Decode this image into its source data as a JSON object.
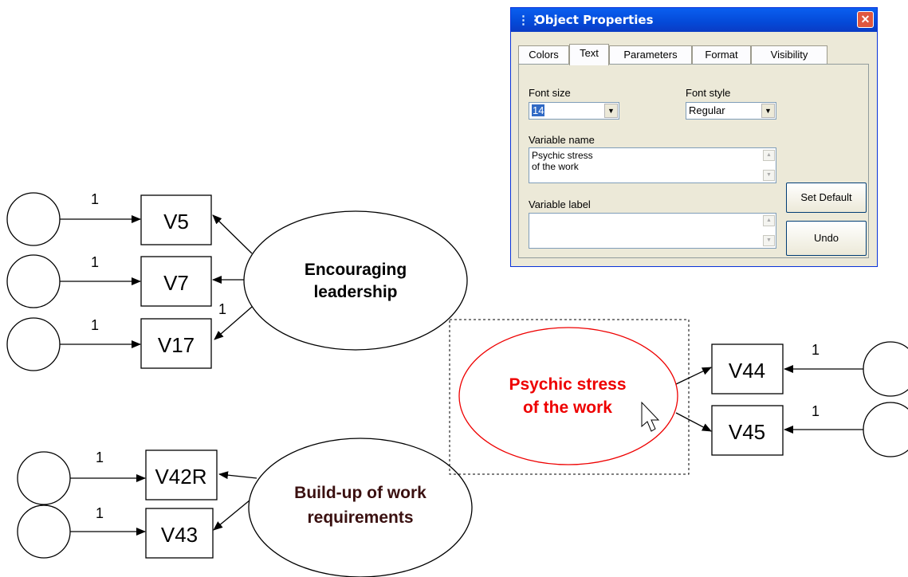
{
  "diagram": {
    "boxes": [
      {
        "id": "v5",
        "label": "V5"
      },
      {
        "id": "v7",
        "label": "V7"
      },
      {
        "id": "v17",
        "label": "V17"
      },
      {
        "id": "v42r",
        "label": "V42R"
      },
      {
        "id": "v43",
        "label": "V43"
      },
      {
        "id": "v44",
        "label": "V44"
      },
      {
        "id": "v45",
        "label": "V45"
      }
    ],
    "latents": [
      {
        "id": "leadership",
        "lines": [
          "Encouraging",
          "leadership"
        ],
        "color": "#000000"
      },
      {
        "id": "buildup",
        "lines": [
          "Build-up of work",
          "requirements"
        ],
        "color": "#3a1010"
      },
      {
        "id": "stress",
        "lines": [
          "Psychic stress",
          "of the work"
        ],
        "color": "#ee0000",
        "selected": true
      }
    ],
    "path_labels": [
      "1",
      "1",
      "1",
      "1",
      "1",
      "1",
      "1",
      "1"
    ]
  },
  "dialog": {
    "title": "Object Properties",
    "close_symbol": "✕",
    "tabs": [
      "Colors",
      "Text",
      "Parameters",
      "Format",
      "Visibility"
    ],
    "active_tab": "Text",
    "font_size_label": "Font size",
    "font_size_value": "14",
    "font_style_label": "Font style",
    "font_style_value": "Regular",
    "variable_name_label": "Variable name",
    "variable_name_value": "Psychic stress\nof the work",
    "variable_label_label": "Variable label",
    "variable_label_value": "",
    "set_default_label": "Set Default",
    "undo_label": "Undo"
  },
  "colors": {
    "selected_ellipse": "#ee0000",
    "titlebar": "#0449d8",
    "dialog_bg": "#ece9d8"
  }
}
